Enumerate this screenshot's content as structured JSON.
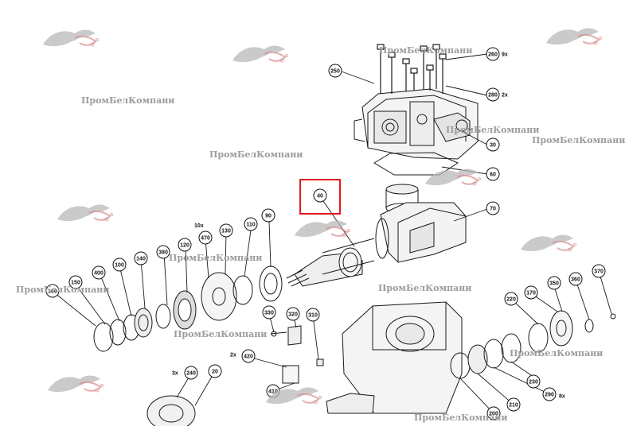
{
  "watermark_text": "ПромБелКомпани",
  "highlight_color": "#e01b24",
  "highlighted_part": "40",
  "callouts": [
    {
      "id": "c250",
      "label": "250"
    },
    {
      "id": "c260",
      "label": "260",
      "qty": "9x"
    },
    {
      "id": "c280",
      "label": "280",
      "qty": "2x"
    },
    {
      "id": "c30",
      "label": "30"
    },
    {
      "id": "c60",
      "label": "60"
    },
    {
      "id": "c70",
      "label": "70"
    },
    {
      "id": "c40",
      "label": "40"
    },
    {
      "id": "c10x",
      "label": "",
      "qty": "10x"
    },
    {
      "id": "c90",
      "label": "90"
    },
    {
      "id": "c110",
      "label": "110"
    },
    {
      "id": "c130",
      "label": "130"
    },
    {
      "id": "c470",
      "label": "470"
    },
    {
      "id": "c120",
      "label": "120"
    },
    {
      "id": "c380",
      "label": "380"
    },
    {
      "id": "c140",
      "label": "140"
    },
    {
      "id": "c100",
      "label": "100"
    },
    {
      "id": "c400",
      "label": "400"
    },
    {
      "id": "c150",
      "label": "150"
    },
    {
      "id": "c160",
      "label": "160"
    },
    {
      "id": "c330",
      "label": "330"
    },
    {
      "id": "c320",
      "label": "320"
    },
    {
      "id": "c310",
      "label": "310"
    },
    {
      "id": "c420",
      "label": "420",
      "qty": "2x"
    },
    {
      "id": "c240",
      "label": "240",
      "qty": "3x"
    },
    {
      "id": "c20",
      "label": "20"
    },
    {
      "id": "c410",
      "label": "410"
    },
    {
      "id": "c220",
      "label": "220"
    },
    {
      "id": "c170",
      "label": "170"
    },
    {
      "id": "c350",
      "label": "350"
    },
    {
      "id": "c360",
      "label": "360"
    },
    {
      "id": "c370",
      "label": "370"
    },
    {
      "id": "c230",
      "label": "230"
    },
    {
      "id": "c290",
      "label": "290",
      "qty": "8x"
    },
    {
      "id": "c210",
      "label": "210"
    },
    {
      "id": "c200",
      "label": "200"
    }
  ]
}
